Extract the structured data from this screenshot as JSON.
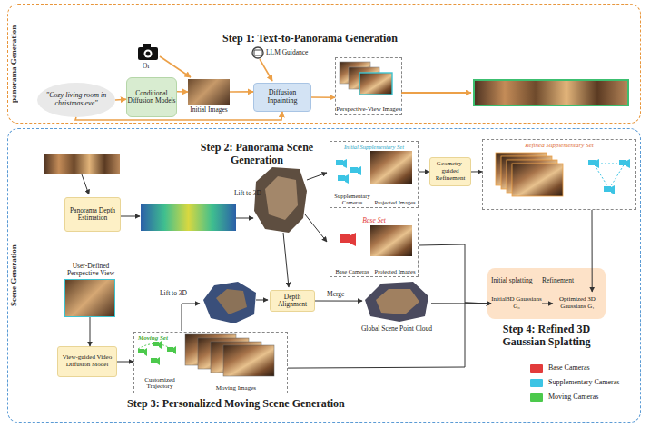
{
  "diagram": {
    "nodes": [
      {
        "text": [
          "panorama Generation"
        ]
      },
      {
        "text": [
          "\"Cozy living room in christmas eve\""
        ],
        "in": 0
      },
      {
        "text": [
          "Conditional Diffusion Models"
        ],
        "in": 0
      },
      {
        "text": [
          "Initial Images"
        ],
        "in": 0
      },
      {
        "text": [
          "Diffusion Inpainting"
        ],
        "in": 0
      },
      {
        "text": [
          "Perspective-View Images"
        ],
        "in": 0
      },
      {
        "text": [
          "Scene Generation"
        ]
      },
      {
        "text": [
          "Panorama Depth Estimation"
        ],
        "in": 6
      },
      {
        "text": [
          "Initial Supplementary Set",
          "Supplementary Cameras",
          "Projected Images"
        ],
        "in": 6
      },
      {
        "text": [
          "Geometry-guided Refinement"
        ],
        "in": 6
      },
      {
        "text": [
          "Refined Supplementary Set"
        ],
        "in": 6
      },
      {
        "text": [
          "Base Set",
          "Base Cameras",
          "Projected Images"
        ],
        "in": 6
      },
      {
        "text": [
          "User-Defined Perspective View"
        ],
        "in": 6
      },
      {
        "text": [
          "View-guided Video Diffusion Model"
        ],
        "in": 6
      },
      {
        "text": [
          "Depth Alignment"
        ],
        "in": 6
      },
      {
        "text": [
          "Global Scene Point Cloud"
        ],
        "in": 6
      },
      {
        "text": [
          "Moving Set",
          "Customized Trajectory",
          "Moving Images"
        ],
        "in": 6
      },
      {
        "text": [
          "Step 4: Refined 3D Gaussian Splatting"
        ],
        "in": 6
      },
      {
        "text": [
          "Initial3D Gaussians G₀"
        ],
        "in": 17
      },
      {
        "text": [
          "Optimized 3D Gaussians G₁"
        ],
        "in": 17
      }
    ],
    "edges": [
      {
        "from": 1,
        "to": 2,
        "arrow": "to"
      },
      {
        "from": 2,
        "to": 3,
        "arrow": "to"
      },
      {
        "from": 3,
        "to": 4,
        "arrow": "to"
      },
      {
        "from": 1,
        "to": 4,
        "arrow": "to"
      },
      {
        "from": 4,
        "to": 5,
        "arrow": "to"
      },
      {
        "from": 8,
        "to": 9,
        "arrow": "to"
      },
      {
        "from": 9,
        "to": 10,
        "arrow": "to"
      },
      {
        "from": 12,
        "to": 13,
        "arrow": "to"
      },
      {
        "from": 13,
        "to": 16,
        "arrow": "to"
      },
      {
        "from": 14,
        "to": 15,
        "label": "Merge",
        "arrow": "to"
      },
      {
        "from": 15,
        "to": 18,
        "label": "Initial splatting",
        "arrow": "to"
      },
      {
        "from": 11,
        "to": 18,
        "arrow": "to"
      },
      {
        "from": 16,
        "to": 18,
        "arrow": "to"
      },
      {
        "from": 10,
        "to": 19,
        "arrow": "to"
      },
      {
        "from": 18,
        "to": 19,
        "label": "Refinement",
        "arrow": "to"
      }
    ],
    "labels": [
      "Step 1: Text-to-Panorama Generation",
      "Or",
      "LLM Guidance",
      "Step 2: Panorama Scene Generation",
      "Lift to 3D",
      "Lift to 3D",
      "Step 3: Personalized Moving Scene Generation"
    ],
    "legend": [
      {
        "text": "Base Cameras",
        "color": "#e23b3b"
      },
      {
        "text": "Supplementary Cameras",
        "color": "#3cc4e4"
      },
      {
        "text": "Moving Cameras",
        "color": "#4cc94c"
      }
    ]
  }
}
